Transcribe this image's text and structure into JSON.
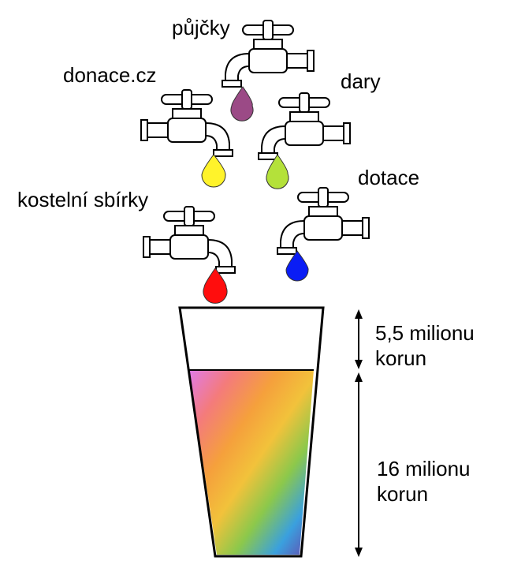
{
  "sources": [
    {
      "id": "pujcky",
      "label": "půjčky",
      "drop_color": "#9B4A86"
    },
    {
      "id": "donace",
      "label": "donace.cz",
      "drop_color": "#FFF32B"
    },
    {
      "id": "dary",
      "label": "dary",
      "drop_color": "#B4E13A"
    },
    {
      "id": "kostelni",
      "label": "kostelní sbírky",
      "drop_color": "#FF0D0D"
    },
    {
      "id": "dotace",
      "label": "dotace",
      "drop_color": "#0A1DF5"
    }
  ],
  "glass": {
    "missing": {
      "line1": "5,5 milionu",
      "line2": "korun",
      "value_millions": 5.5
    },
    "collected": {
      "line1": "16 milionu",
      "line2": "korun",
      "value_millions": 16
    }
  }
}
